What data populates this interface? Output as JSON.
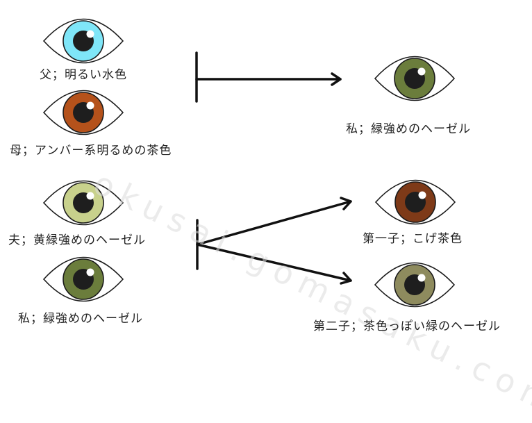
{
  "watermark": "okusai.gomasaku.com",
  "colors": {
    "outline": "#1a1a1a",
    "pupil": "#1e1e1e"
  },
  "eyes": [
    {
      "id": "father",
      "label": "父；明るい水色",
      "iris": "#7fe6f8"
    },
    {
      "id": "mother",
      "label": "母；アンバー系明るめの茶色",
      "iris": "#b5521b"
    },
    {
      "id": "me-top",
      "label": "私；緑強めのヘーゼル",
      "iris": "#6b7d3c"
    },
    {
      "id": "husband",
      "label": "夫；黄緑強めのヘーゼル",
      "iris": "#c8d18c"
    },
    {
      "id": "me-bottom",
      "label": "私；緑強めのヘーゼル",
      "iris": "#6b7d3c"
    },
    {
      "id": "first-child",
      "label": "第一子；こげ茶色",
      "iris": "#7e3a18"
    },
    {
      "id": "second-child",
      "label": "第二子；茶色っぽい緑のヘーゼル",
      "iris": "#8e8b5e"
    }
  ]
}
